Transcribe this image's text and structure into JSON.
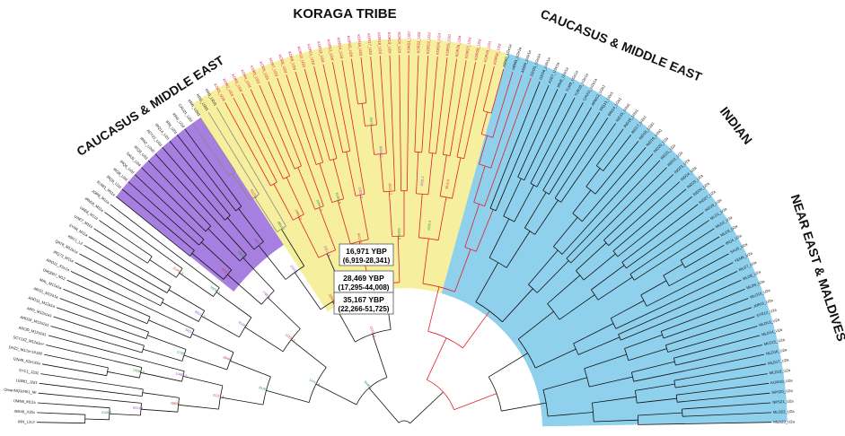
{
  "region_labels": {
    "koraga": "KORAGA TRIBE",
    "caucasus_left": "CAUCASUS & MIDDLE EAST",
    "caucasus_right": "CAUCASUS & MIDDLE EAST",
    "indian": "INDIAN",
    "near_east": "NEAR EAST & MALDIVES"
  },
  "date_boxes": [
    {
      "ybp": "16,971 YBP",
      "ci": "(6,919-28,341)"
    },
    {
      "ybp": "28,469 YBP",
      "ci": "(17,295-44,008)"
    },
    {
      "ybp": "35,167 YBP",
      "ci": "(22,266-51,725)"
    }
  ],
  "colors": {
    "koraga_fill": "#f6ef9e",
    "blue_fill": "#8fd0ec",
    "purple_fill": "#a77fe0",
    "koraga_branch": "#e0202a",
    "koraga_text": "#d41a3a",
    "branch": "#111111",
    "grey_branch": "#888888"
  },
  "leaves": [
    "IRN_L2c2",
    "ISR46_X2bx",
    "OMN8_M12a",
    "OmanNQ3d4h1_MI",
    "LEB61_J2d1",
    "SYC1_J2d1",
    "IZN49_X2e1d3a",
    "DHZ2_M12a+16189",
    "SCY132_M12a1a+",
    "AROD_M12a1a1",
    "ARD26_M12a1a1",
    "ARO_M12a1a1",
    "ARO11_M12a1a",
    "ARO1_M12a1a",
    "MAL_M12a1a",
    "DRQ007_M12",
    "ARO11_X2e1a",
    "IRQ72_M11a",
    "QAT8_M12a1a",
    "KRC1_L2",
    "SYR4_M11a",
    "UAE7_M11a",
    "UAE6_M11a",
    "IRN58_M11a",
    "JOR8_M11a",
    "KUW1_M11a",
    "IRQ9_U2d",
    "IRQ8_U2d",
    "IRQ8_U2d",
    "SAU5_U2d",
    "IRQ8_U2d",
    "IRN2_U2d2",
    "ADY21_U2d",
    "IRQ14_U2d",
    "IRN_U2d",
    "KRG_U2d",
    "CAU21_U2d",
    "KRG_U2d1",
    "KRG_U2d1",
    "KRG_U2d1",
    "KOR1_U2d",
    "KOR2_U2d",
    "KOR3_U2d",
    "KOR4_U2d",
    "KOR5_U2d",
    "KOR6_U2d",
    "KOR7_U2d",
    "KOR8_U2d",
    "KOR9_U2d",
    "KOR10_U2d",
    "KOR11_U2d",
    "KOR12_U2d",
    "KOR13_U2d",
    "KOR14_U2d",
    "KOR15_U2d",
    "KOR16_U2d",
    "KOR17_U2d",
    "KOR18_U2d",
    "KOR19_U2d",
    "KOR20_U2d",
    "KOR21_U2d",
    "KOR22_U2d",
    "KOR23_U2d",
    "KOR24_U2d",
    "KOR25_U2d",
    "KOR26_U2d",
    "KOR27_U2d",
    "KOR28_U2d",
    "KOR29_U2d",
    "KOR30_U2d",
    "ARM2_U2e1a",
    "ARM3_U2e1a",
    "ARM4_U2e1a",
    "GEO5_U2e1a",
    "GEO6_U2e1a",
    "AZE7_U2e1a",
    "IRN8_U2e1a",
    "TUR9_U2e1a",
    "TUR10_U2e1a",
    "CAU11_U2e1a",
    "ARM12_U2e1",
    "IRQ13_U2e1",
    "IRN14_U2e1",
    "IND15_U2a1",
    "IND16_U2a1",
    "IND17_U2a1",
    "IND18_U2a1",
    "IND19_U2a1",
    "IND20_U2a",
    "IND21_U2a",
    "IND22_U2a",
    "IND23_U2a",
    "IND24_U2a",
    "IND25_U2a",
    "IND26_U2a",
    "IND27_U2a",
    "IND28_U2a",
    "MLD1_U2a",
    "MLD2_U2a",
    "MLD3_U2a",
    "IRQ4_U2a",
    "SAU5_U2a",
    "YEM6_U2a",
    "MLD7_U2a",
    "MLD8_U2a",
    "MLD9_U2a",
    "MLD10_U2a",
    "JOR11_U2a",
    "SYR12_U2a",
    "MLD13_U2a",
    "MLD14_U2a",
    "MLD15_U2a",
    "MLD16_U2a",
    "MLD17_U2a",
    "MLD18_U2a",
    "KUW19_U2a",
    "NPS20_U2a",
    "NPS21_U2a",
    "MLD22_U2a",
    "MLD23_U2a"
  ],
  "node_labels": [
    "4126.5",
    "8221.9",
    "5963.1",
    "13285.8",
    "10455.2",
    "11221.4",
    "17355",
    "24114",
    "28469",
    "35167",
    "29112.3",
    "21004.5",
    "18236.1",
    "9124.7",
    "5211.3",
    "3320.8",
    "7765.4",
    "12230.9",
    "14417.6",
    "16971",
    "6120.4",
    "8854.2",
    "2210.5",
    "19854.6",
    "26541.2",
    "33212.8",
    "22650.4",
    "15203.9",
    "11024.6",
    "8412.3",
    "4523.1",
    "30210.5",
    "25221.7",
    "20045.9",
    "17336.3",
    "13220.8",
    "9045.6",
    "6231.2",
    "3812.9",
    "1520.4"
  ]
}
